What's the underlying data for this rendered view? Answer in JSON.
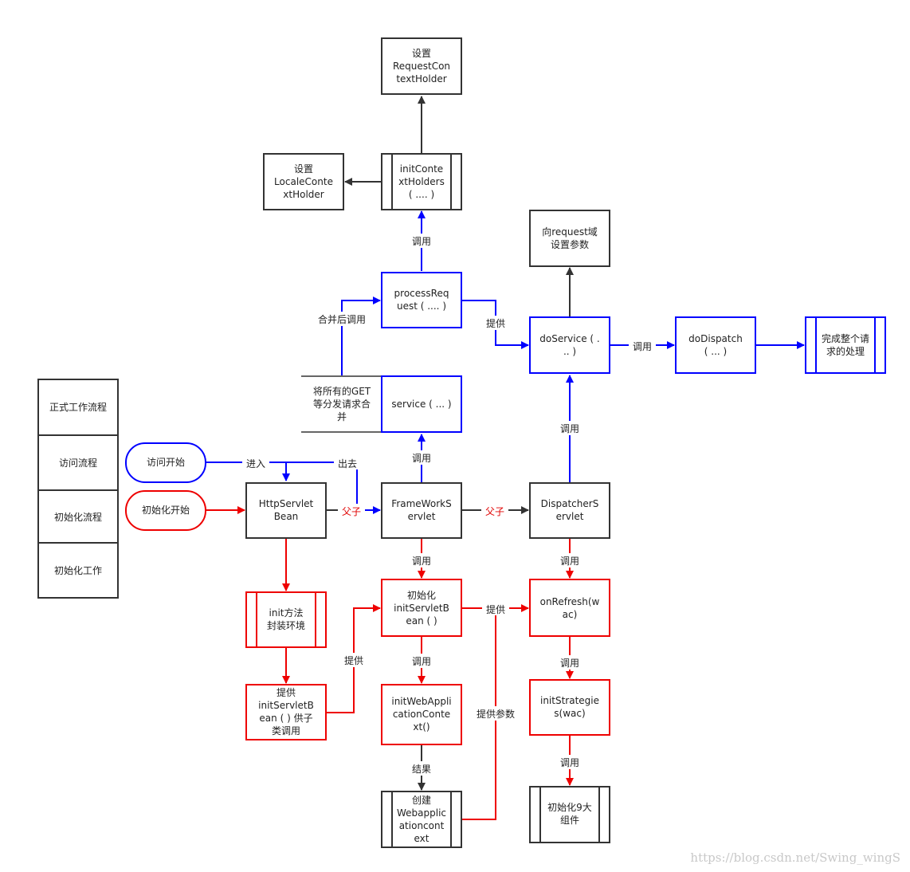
{
  "nodes": {
    "set_request_holder": [
      "设置",
      "RequestCon",
      "textHolder"
    ],
    "set_locale_holder": [
      "设置",
      "LocaleConte",
      "xtHolder"
    ],
    "init_context_holders": [
      "initConte",
      "xtHolders",
      "( .... )"
    ],
    "set_request_attrs": [
      "向request域",
      "设置参数"
    ],
    "process_request": [
      "processReq",
      "uest ( .... )"
    ],
    "do_service": [
      "doService ( .",
      ".. )"
    ],
    "do_dispatch": [
      "doDispatch",
      "( ... )"
    ],
    "finish_request": [
      "完成整个请",
      "求的处理"
    ],
    "merge_note": [
      "将所有的GET",
      "等分发请求合",
      "并"
    ],
    "service": [
      "service ( ... )"
    ],
    "visit_start": [
      "访问开始"
    ],
    "init_start": [
      "初始化开始"
    ],
    "http_servlet_bean": [
      "HttpServlet",
      "Bean"
    ],
    "framework_servlet": [
      "FrameWorkS",
      "ervlet"
    ],
    "dispatcher_servlet": [
      "DispatcherS",
      "ervlet"
    ],
    "init_method": [
      "init方法",
      "封装环境"
    ],
    "provide_init": [
      "提供",
      "initServletB",
      "ean ( ) 供子",
      "类调用"
    ],
    "init_servlet_bean": [
      "初始化",
      "initServletB",
      "ean ( )"
    ],
    "on_refresh": [
      "onRefresh(w",
      "ac)"
    ],
    "init_web_app_ctx": [
      "initWebAppli",
      "cationConte",
      "xt()"
    ],
    "init_strategies": [
      "initStrategie",
      "s(wac)"
    ],
    "create_web_app_ctx": [
      "创建",
      "Webapplic",
      "ationcont",
      "ext"
    ],
    "init_nine": [
      "初始化9大",
      "组件"
    ]
  },
  "legend": {
    "formal_workflow": "正式工作流程",
    "access_flow": "访问流程",
    "init_flow": "初始化流程",
    "init_work": "初始化工作"
  },
  "edge_labels": {
    "call_1": "调用",
    "merge_call": "合并后调用",
    "provide_1": "提供",
    "call_2": "调用",
    "call_3": "调用",
    "call_4": "调用",
    "enter": "进入",
    "exit": "出去",
    "parent_1": "父子",
    "parent_2": "父子",
    "call_5": "调用",
    "call_6": "调用",
    "provide_2": "提供",
    "provide_3": "提供",
    "call_7": "调用",
    "call_8": "调用",
    "provide_params": "提供参数",
    "result": "结果",
    "call_9": "调用"
  },
  "colors": {
    "black": "#333333",
    "blue": "#0000ff",
    "red": "#ee0000"
  },
  "watermark": "https://blog.csdn.net/Swing_wingS"
}
